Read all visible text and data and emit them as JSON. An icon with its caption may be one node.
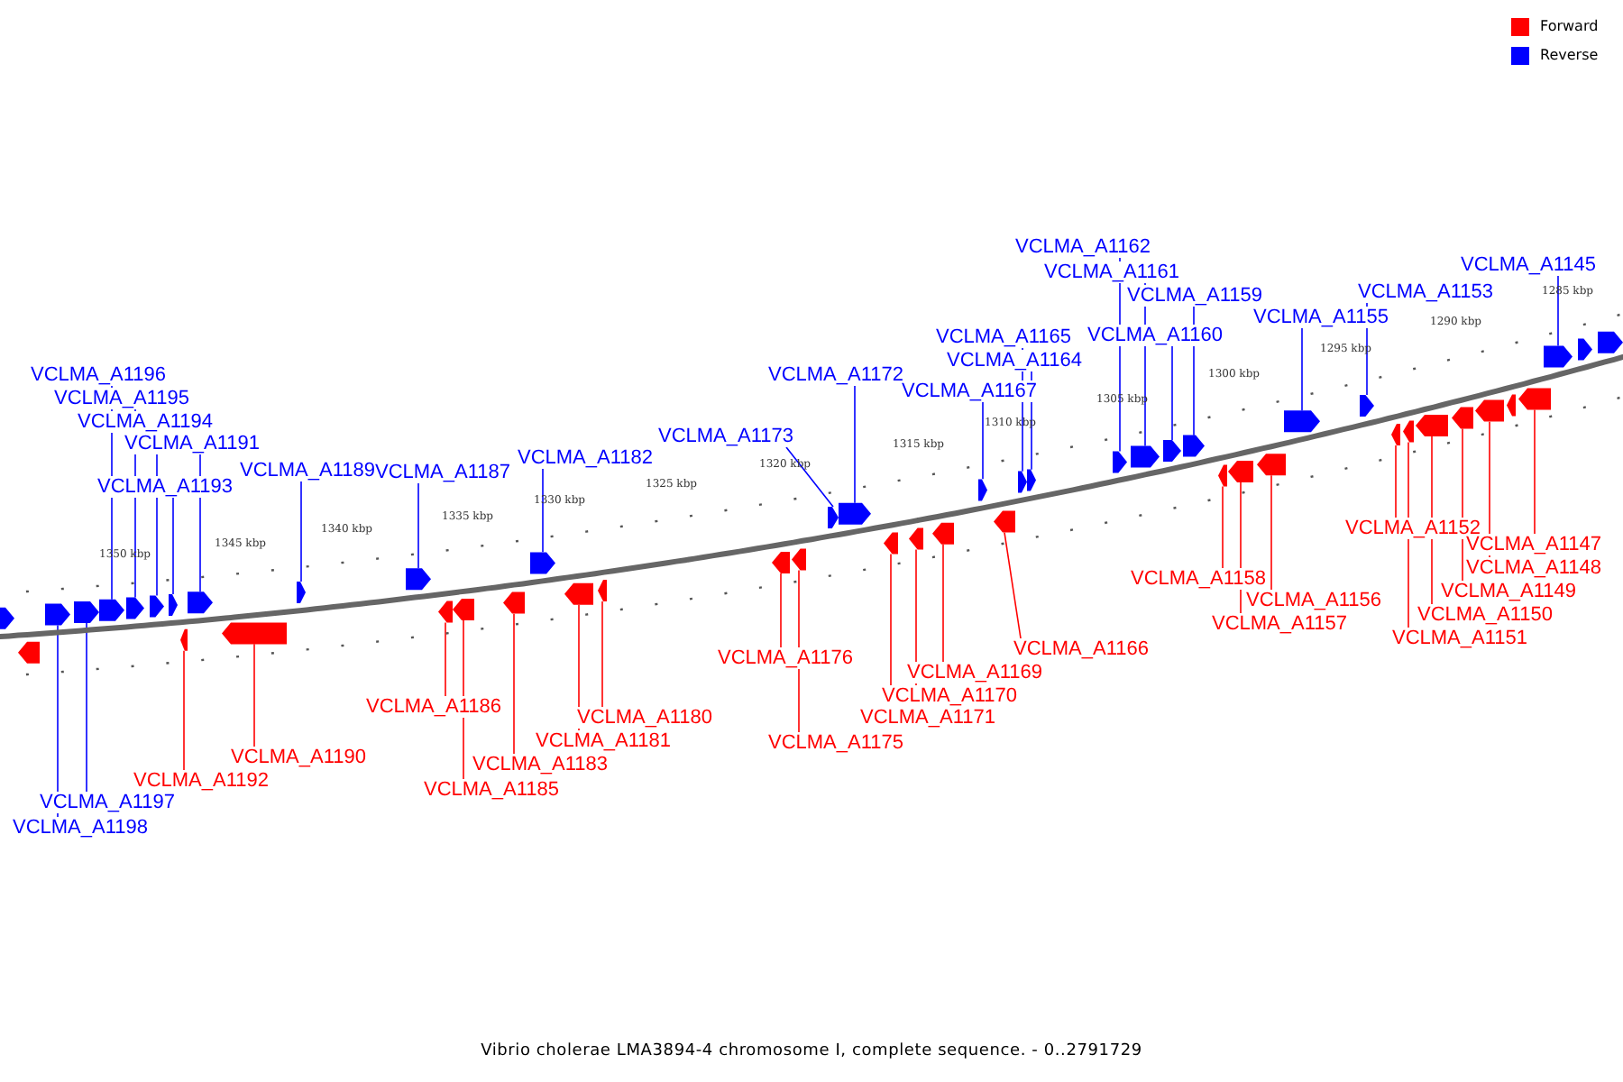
{
  "diagram": {
    "caption": "Vibrio cholerae LMA3894-4 chromosome I, complete sequence. - 0..2791729",
    "nodes": [
      {
        "text": [
          "VCLMA_A1196"
        ]
      },
      {
        "text": [
          "VCLMA_A1195"
        ]
      },
      {
        "text": [
          "VCLMA_A1194"
        ]
      },
      {
        "text": [
          "VCLMA_A1191"
        ]
      },
      {
        "text": [
          "VCLMA_A1193"
        ]
      },
      {
        "text": [
          "VCLMA_A1189"
        ]
      },
      {
        "text": [
          "VCLMA_A1187"
        ]
      },
      {
        "text": [
          "VCLMA_A1182"
        ]
      },
      {
        "text": [
          "VCLMA_A1173"
        ]
      },
      {
        "text": [
          "VCLMA_A1172"
        ]
      },
      {
        "text": [
          "VCLMA_A1165"
        ]
      },
      {
        "text": [
          "VCLMA_A1164"
        ]
      },
      {
        "text": [
          "VCLMA_A1167"
        ]
      },
      {
        "text": [
          "VCLMA_A1162"
        ]
      },
      {
        "text": [
          "VCLMA_A1161"
        ]
      },
      {
        "text": [
          "VCLMA_A1159"
        ]
      },
      {
        "text": [
          "VCLMA_A1160"
        ]
      },
      {
        "text": [
          "VCLMA_A1155"
        ]
      },
      {
        "text": [
          "VCLMA_A1153"
        ]
      },
      {
        "text": [
          "VCLMA_A1145"
        ]
      },
      {
        "text": [
          "VCLMA_A1197"
        ]
      },
      {
        "text": [
          "VCLMA_A1198"
        ]
      },
      {
        "text": [
          "VCLMA_A1192"
        ]
      },
      {
        "text": [
          "VCLMA_A1190"
        ]
      },
      {
        "text": [
          "VCLMA_A1186"
        ]
      },
      {
        "text": [
          "VCLMA_A1185"
        ]
      },
      {
        "text": [
          "VCLMA_A1183"
        ]
      },
      {
        "text": [
          "VCLMA_A1181"
        ]
      },
      {
        "text": [
          "VCLMA_A1180"
        ]
      },
      {
        "text": [
          "VCLMA_A1176"
        ]
      },
      {
        "text": [
          "VCLMA_A1175"
        ]
      },
      {
        "text": [
          "VCLMA_A1169"
        ]
      },
      {
        "text": [
          "VCLMA_A1170"
        ]
      },
      {
        "text": [
          "VCLMA_A1171"
        ]
      },
      {
        "text": [
          "VCLMA_A1166"
        ]
      },
      {
        "text": [
          "VCLMA_A1158"
        ]
      },
      {
        "text": [
          "VCLMA_A1156"
        ]
      },
      {
        "text": [
          "VCLMA_A1157"
        ]
      },
      {
        "text": [
          "VCLMA_A1152"
        ]
      },
      {
        "text": [
          "VCLMA_A1147"
        ]
      },
      {
        "text": [
          "VCLMA_A1148"
        ]
      },
      {
        "text": [
          "VCLMA_A1149"
        ]
      },
      {
        "text": [
          "VCLMA_A1150"
        ]
      },
      {
        "text": [
          "VCLMA_A1151"
        ]
      },
      {
        "text": [],
        "shape": "arrow"
      },
      {
        "text": [],
        "shape": "arrow"
      },
      {
        "text": [],
        "shape": "arrow"
      },
      {
        "text": [],
        "shape": "arrow"
      },
      {
        "text": [],
        "shape": "arrow"
      },
      {
        "text": [],
        "shape": "arrow"
      },
      {
        "text": [],
        "shape": "arrow"
      },
      {
        "text": [],
        "shape": "arrow"
      },
      {
        "text": [],
        "shape": "arrow"
      },
      {
        "text": [],
        "shape": "arrow"
      },
      {
        "text": [],
        "shape": "arrow"
      },
      {
        "text": [],
        "shape": "arrow"
      },
      {
        "text": [],
        "shape": "arrow"
      },
      {
        "text": [],
        "shape": "arrow"
      },
      {
        "text": [],
        "shape": "arrow"
      },
      {
        "text": [],
        "shape": "arrow"
      },
      {
        "text": [],
        "shape": "arrow"
      },
      {
        "text": [],
        "shape": "arrow"
      },
      {
        "text": [],
        "shape": "arrow"
      },
      {
        "text": [],
        "shape": "arrow"
      },
      {
        "text": [],
        "shape": "arrow"
      },
      {
        "text": [],
        "shape": "arrow"
      },
      {
        "text": [],
        "shape": "arrow"
      },
      {
        "text": [],
        "shape": "arrow"
      },
      {
        "text": [],
        "shape": "arrow"
      },
      {
        "text": [],
        "shape": "arrow"
      },
      {
        "text": [],
        "shape": "arrow"
      },
      {
        "text": [],
        "shape": "arrow"
      },
      {
        "text": [],
        "shape": "arrow"
      },
      {
        "text": [],
        "shape": "arrow"
      },
      {
        "text": [],
        "shape": "arrow"
      },
      {
        "text": [],
        "shape": "arrow"
      },
      {
        "text": [],
        "shape": "arrow"
      },
      {
        "text": [],
        "shape": "arrow"
      },
      {
        "text": [],
        "shape": "arrow"
      },
      {
        "text": [],
        "shape": "arrow"
      },
      {
        "text": [],
        "shape": "arrow"
      },
      {
        "text": [],
        "shape": "arrow"
      },
      {
        "text": [],
        "shape": "arrow"
      },
      {
        "text": [],
        "shape": "arrow"
      },
      {
        "text": [],
        "shape": "arrow"
      },
      {
        "text": [],
        "shape": "arrow"
      },
      {
        "text": [],
        "shape": "arrow"
      },
      {
        "text": [],
        "shape": "arrow"
      },
      {
        "text": [],
        "shape": "arrow"
      },
      {
        "text": [],
        "shape": "arrow"
      },
      {
        "text": [],
        "shape": "arrow"
      },
      {
        "text": [],
        "shape": "arrow"
      },
      {
        "text": [],
        "shape": "arrow"
      }
    ],
    "edges": [
      {
        "from": 0,
        "to": 48,
        "arrow": "none"
      },
      {
        "from": 1,
        "to": 49,
        "arrow": "none"
      },
      {
        "from": 2,
        "to": 50,
        "arrow": "none"
      },
      {
        "from": 3,
        "to": 53,
        "arrow": "none"
      },
      {
        "from": 4,
        "to": 51,
        "arrow": "none"
      },
      {
        "from": 5,
        "to": 55,
        "arrow": "none"
      },
      {
        "from": 6,
        "to": 56,
        "arrow": "none"
      },
      {
        "from": 7,
        "to": 60,
        "arrow": "none"
      },
      {
        "from": 8,
        "to": 65,
        "arrow": "none"
      },
      {
        "from": 9,
        "to": 66,
        "arrow": "none"
      },
      {
        "from": 10,
        "to": 72,
        "arrow": "none"
      },
      {
        "from": 11,
        "to": 73,
        "arrow": "none"
      },
      {
        "from": 12,
        "to": 70,
        "arrow": "none"
      },
      {
        "from": 13,
        "to": 74,
        "arrow": "none"
      },
      {
        "from": 14,
        "to": 75,
        "arrow": "none"
      },
      {
        "from": 15,
        "to": 77,
        "arrow": "none"
      },
      {
        "from": 16,
        "to": 76,
        "arrow": "none"
      },
      {
        "from": 17,
        "to": 81,
        "arrow": "none"
      },
      {
        "from": 18,
        "to": 82,
        "arrow": "none"
      },
      {
        "from": 19,
        "to": 90,
        "arrow": "none"
      },
      {
        "from": 20,
        "to": 47,
        "arrow": "none"
      },
      {
        "from": 21,
        "to": 46,
        "arrow": "none"
      },
      {
        "from": 22,
        "to": 52,
        "arrow": "none",
        "color": "#ff0000"
      },
      {
        "from": 23,
        "to": 54,
        "arrow": "none",
        "color": "#ff0000"
      },
      {
        "from": 24,
        "to": 57,
        "arrow": "none",
        "color": "#ff0000"
      },
      {
        "from": 25,
        "to": 58,
        "arrow": "none",
        "color": "#ff0000"
      },
      {
        "from": 26,
        "to": 59,
        "arrow": "none",
        "color": "#ff0000"
      },
      {
        "from": 27,
        "to": 61,
        "arrow": "none",
        "color": "#ff0000"
      },
      {
        "from": 28,
        "to": 62,
        "arrow": "none",
        "color": "#ff0000"
      },
      {
        "from": 29,
        "to": 63,
        "arrow": "none",
        "color": "#ff0000"
      },
      {
        "from": 30,
        "to": 64,
        "arrow": "none",
        "color": "#ff0000"
      },
      {
        "from": 31,
        "to": 69,
        "arrow": "none",
        "color": "#ff0000"
      },
      {
        "from": 32,
        "to": 68,
        "arrow": "none",
        "color": "#ff0000"
      },
      {
        "from": 33,
        "to": 67,
        "arrow": "none",
        "color": "#ff0000"
      },
      {
        "from": 34,
        "to": 71,
        "arrow": "none",
        "color": "#ff0000"
      },
      {
        "from": 35,
        "to": 78,
        "arrow": "none",
        "color": "#ff0000"
      },
      {
        "from": 36,
        "to": 80,
        "arrow": "none",
        "color": "#ff0000"
      },
      {
        "from": 37,
        "to": 79,
        "arrow": "none",
        "color": "#ff0000"
      },
      {
        "from": 38,
        "to": 83,
        "arrow": "none",
        "color": "#ff0000"
      },
      {
        "from": 39,
        "to": 89,
        "arrow": "none",
        "color": "#ff0000"
      },
      {
        "from": 40,
        "to": 87,
        "arrow": "none",
        "color": "#ff0000"
      },
      {
        "from": 41,
        "to": 86,
        "arrow": "none",
        "color": "#ff0000"
      },
      {
        "from": 42,
        "to": 85,
        "arrow": "none",
        "color": "#ff0000"
      },
      {
        "from": 43,
        "to": 84,
        "arrow": "none",
        "color": "#ff0000"
      }
    ],
    "labels": [
      "1350 kbp",
      "1345 kbp",
      "1340 kbp",
      "1335 kbp",
      "1330 kbp",
      "1325 kbp",
      "1320 kbp",
      "1315 kbp",
      "1310 kbp",
      "1305 kbp",
      "1300 kbp",
      "1295 kbp",
      "1290 kbp",
      "1285 kbp"
    ],
    "legend": [
      {
        "text": "Forward",
        "color": "#ff0000"
      },
      {
        "text": "Reverse",
        "color": "#0000ff"
      }
    ]
  }
}
